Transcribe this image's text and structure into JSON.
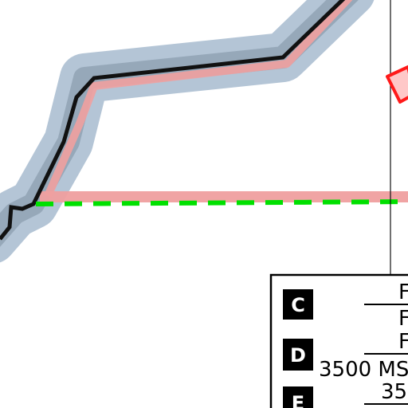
{
  "legend": {
    "rows": [
      {
        "letter": "C",
        "upper": "F",
        "lower": "F"
      },
      {
        "letter": "D",
        "upper": "F",
        "lower": "3500 MS"
      },
      {
        "letter": "E",
        "upper": "",
        "lower": "35"
      }
    ]
  },
  "colors": {
    "airspace_halo": "#b4c5d6",
    "track_shadow": "#8a9aaa",
    "track_line": "#111111",
    "route_pink": "#f0a0a0",
    "dashed_route": "#00e000",
    "restricted_area": "#ff1a1a",
    "grid_line": "#111111"
  }
}
